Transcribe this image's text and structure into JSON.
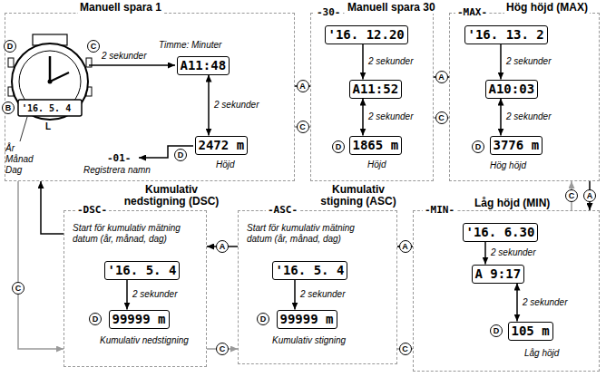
{
  "diagram": {
    "nodes": [
      {
        "text": [
          "Manuell spara 1"
        ]
      },
      {
        "text": [
          "A11:48"
        ],
        "in": 0
      },
      {
        "text": [
          "2472 m"
        ],
        "in": 0
      },
      {
        "text": [
          "-30-",
          "Manuell spara 30"
        ]
      },
      {
        "text": [
          "'16. 12.20"
        ],
        "in": 3
      },
      {
        "text": [
          "A11:52"
        ],
        "in": 3
      },
      {
        "text": [
          "1865 m"
        ],
        "in": 3
      },
      {
        "text": [
          "-MAX-",
          "Hög höjd (MAX)"
        ]
      },
      {
        "text": [
          "'16. 13. 2"
        ],
        "in": 7
      },
      {
        "text": [
          "A10:03"
        ],
        "in": 7
      },
      {
        "text": [
          "3776 m"
        ],
        "in": 7
      },
      {
        "text": [
          "-DSC-",
          "Kumulativ nedstigning (DSC)"
        ]
      },
      {
        "text": [
          "'16. 5. 4"
        ],
        "in": 11
      },
      {
        "text": [
          "99999 m"
        ],
        "in": 11
      },
      {
        "text": [
          "-ASC-",
          "Kumulativ stigning (ASC)"
        ]
      },
      {
        "text": [
          "'16. 5. 4"
        ],
        "in": 14
      },
      {
        "text": [
          "99999 m"
        ],
        "in": 14
      },
      {
        "text": [
          "-MIN-",
          "Låg höjd (MIN)"
        ]
      },
      {
        "text": [
          "'16. 6.30"
        ],
        "in": 17
      },
      {
        "text": [
          "A 9:17"
        ],
        "in": 17
      },
      {
        "text": [
          "105 m"
        ],
        "in": 17
      }
    ],
    "edges": [
      {
        "from": 0,
        "to": 3,
        "arrow": "to",
        "label": "A"
      },
      {
        "from": 3,
        "to": 0,
        "arrow": "to",
        "label": "C"
      },
      {
        "from": 3,
        "to": 7,
        "arrow": "to",
        "label": "A"
      },
      {
        "from": 7,
        "to": 3,
        "arrow": "to",
        "label": "C"
      },
      {
        "from": 7,
        "to": 17,
        "arrow": "to",
        "label": "A"
      },
      {
        "from": 17,
        "to": 7,
        "arrow": "to",
        "label": "C"
      },
      {
        "from": 17,
        "to": 14,
        "arrow": "to",
        "label": "A"
      },
      {
        "from": 14,
        "to": 17,
        "arrow": "to",
        "label": "C"
      },
      {
        "from": 14,
        "to": 11,
        "arrow": "to",
        "label": "A"
      },
      {
        "from": 11,
        "to": 14,
        "arrow": "to",
        "label": "C"
      },
      {
        "from": 11,
        "to": 0,
        "arrow": "to"
      },
      {
        "from": 0,
        "to": 11,
        "arrow": "to",
        "label": "C"
      },
      {
        "from": 1,
        "to": 2,
        "arrow": "both",
        "label": "2 sekunder"
      },
      {
        "from": 4,
        "to": 5,
        "arrow": "to",
        "label": "2 sekunder"
      },
      {
        "from": 5,
        "to": 6,
        "arrow": "both",
        "label": "2 sekunder"
      },
      {
        "from": 8,
        "to": 9,
        "arrow": "to",
        "label": "2 sekunder"
      },
      {
        "from": 9,
        "to": 10,
        "arrow": "both",
        "label": "2 sekunder"
      },
      {
        "from": 12,
        "to": 13,
        "arrow": "to",
        "label": "2 sekunder"
      },
      {
        "from": 15,
        "to": 16,
        "arrow": "to",
        "label": "2 sekunder"
      },
      {
        "from": 18,
        "to": 19,
        "arrow": "to",
        "label": "2 sekunder"
      },
      {
        "from": 19,
        "to": 20,
        "arrow": "both",
        "label": "2 sekunder"
      }
    ],
    "labels": [
      "Timme: Minuter",
      "2 sekunder",
      "'16. 5. 4",
      "År Månad Dag",
      "D",
      "C",
      "B",
      "L",
      "-01-",
      "Registrera namn",
      "D",
      "Höjd",
      "D",
      "Höjd",
      "D",
      "Hög höjd",
      "Start för kumulativ mätning datum (år, månad, dag)",
      "D",
      "Kumulativ nedstigning",
      "Start för kumulativ mätning datum (år, månad, dag)",
      "D",
      "Kumulativ stigning",
      "D",
      "Låg höjd"
    ]
  }
}
